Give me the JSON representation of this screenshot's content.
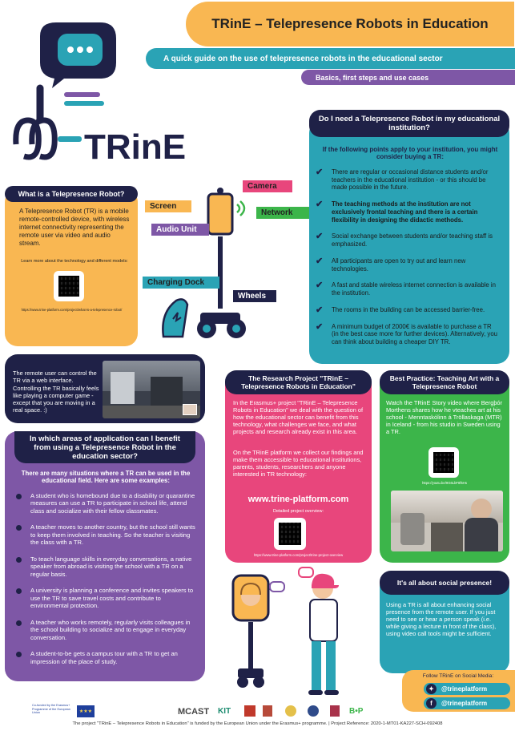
{
  "header": {
    "title": "TRinE – Telepresence Robots in Education",
    "subtitle": "A quick guide on the use of telepresence robots in the educational sector",
    "tag": "Basics, first steps and use cases",
    "logo_text": "TRinE"
  },
  "what_is": {
    "heading": "What is a Telepresence Robot?",
    "body": "A Telepresence Robot (TR) is a mobile remote-controlled device, with wireless internet connectivity representing the remote user via video and audio stream.",
    "learn_more": "Learn more about the technology and different models:",
    "url": "https://www.trine-platform.com/project/what-is-a-telepresence-robot/"
  },
  "robot_labels": {
    "camera": "Camera",
    "screen": "Screen",
    "network": "Network",
    "audio": "Audio Unit",
    "dock": "Charging Dock",
    "wheels": "Wheels"
  },
  "need": {
    "heading": "Do I need a Telepresence Robot in my educational institution?",
    "intro": "If the following points apply to your institution, you might consider buying a TR:",
    "items": [
      "There are regular or occasional distance students and/or teachers in the educational institution - or this should be made possible in the future.",
      "The teaching methods at the institution are not exclusively frontal teaching and there is a certain flexibility in designing the didactic methods.",
      "Social exchange between students and/or teaching staff is emphasized.",
      "All participants are open to try out and learn new technologies.",
      "A fast and stable wireless internet connection is available in the institution.",
      "The rooms in the building can be accessed barrier-free.",
      "A minimum budget of 2000€ is available to purchase a TR (in the best case more for further devices). Alternatively, you can think about building a cheaper DIY TR."
    ]
  },
  "remote": {
    "text": "The remote user can control the TR via a web interface. Controlling the TR basically feels like playing a computer game - except that you are moving in a real space. :)"
  },
  "areas": {
    "heading": "In which areas of application can I benefit from using a Telepresence Robot in the education sector?",
    "intro": "There are many situations where a TR can be used in the educational field. Here are some examples:",
    "items": [
      "A student who is homebound due to a disability or quarantine measures can use a TR to participate in school life, attend class and socialize with their fellow classmates.",
      "A teacher moves to another country, but the school still wants to keep them involved in teaching. So the teacher is visiting the class with a TR.",
      "To teach language skills in everyday conversations, a native speaker from abroad is visiting the school with a TR on a regular basis.",
      "A university is planning a conference and invites speakers to use the TR to save travel costs and contribute to environmental protection.",
      "A teacher who works remotely, regularly visits colleagues in the school building to socialize and to engage in everyday conversation.",
      "A student-to-be gets a campus tour with a TR to get an impression of the place of study."
    ]
  },
  "research": {
    "heading": "The Research Project \"TRinE – Telepresence Robots in Education\"",
    "body1": "In the Erasmus+ project \"TRinE – Telepresence Robots in Education\" we deal with the question of how the educational sector can benefit from this technology, what challenges we face, and what projects and research already exist in this area.",
    "body2": "On the TRinE platform we collect our findings and make them accessible to educational institutions, parents, students, researchers and anyone interested in TR technology:",
    "website": "www.trine-platform.com",
    "overview": "Detailed project overview:",
    "url": "https://www.trine-platform.com/project/trine-project-overview"
  },
  "best": {
    "heading": "Best Practice: Teaching Art with a Telepresence Robot",
    "body": "Watch the TRinE Story video where Bergþór Morthens shares how he vteaches art at his school - Menntaskólinn á Tröllaskaga (MTR) in Iceland - from his studio in Sweden using a TR.",
    "url": "https://youtu.be/9G6LbF8f5Hs"
  },
  "social": {
    "heading": "It's all about social presence!",
    "body": "Using a TR is all about enhancing social presence from the remote user. If you just need to see or hear a person speak (i.e. while giving a lecture in front of the class), using video call tools might be sufficient."
  },
  "follow": {
    "label": "Follow TRinE on Social Media:",
    "twitter": "@trineplatform",
    "facebook": "@trineplatform"
  },
  "footer": {
    "erasmus": "Co-funded by the Erasmus+ Programme of the European Union",
    "logos": [
      "MCAST",
      "KIT",
      "B•P"
    ],
    "text": "The project \"TRinE – Telepresence Robots in Education\" is funded by the European Union under the Erasmus+ programme.  |  Project Reference: 2020-1-MT01-KA227-SCH-092408"
  }
}
